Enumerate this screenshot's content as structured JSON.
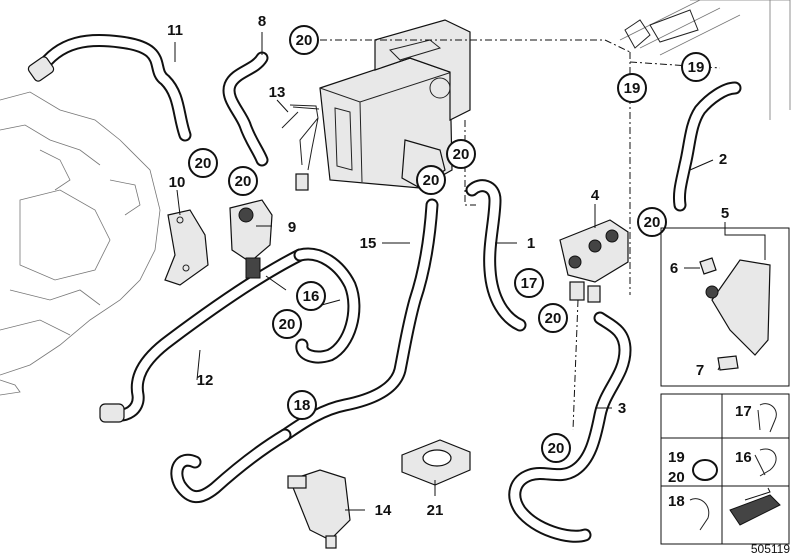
{
  "callouts": {
    "c1": "1",
    "c2": "2",
    "c3": "3",
    "c4": "4",
    "c5": "5",
    "c6": "6",
    "c7": "7",
    "c8": "8",
    "c9": "9",
    "c10": "10",
    "c11": "11",
    "c12": "12",
    "c13": "13",
    "c14": "14",
    "c15": "15",
    "c16": "16",
    "c17": "17",
    "c18": "18",
    "c19": "19",
    "c20": "20",
    "c21": "21"
  },
  "legend": {
    "l17": "17",
    "l19": "19",
    "l20": "20",
    "l16": "16",
    "l18": "18"
  },
  "reference_number": "505119"
}
